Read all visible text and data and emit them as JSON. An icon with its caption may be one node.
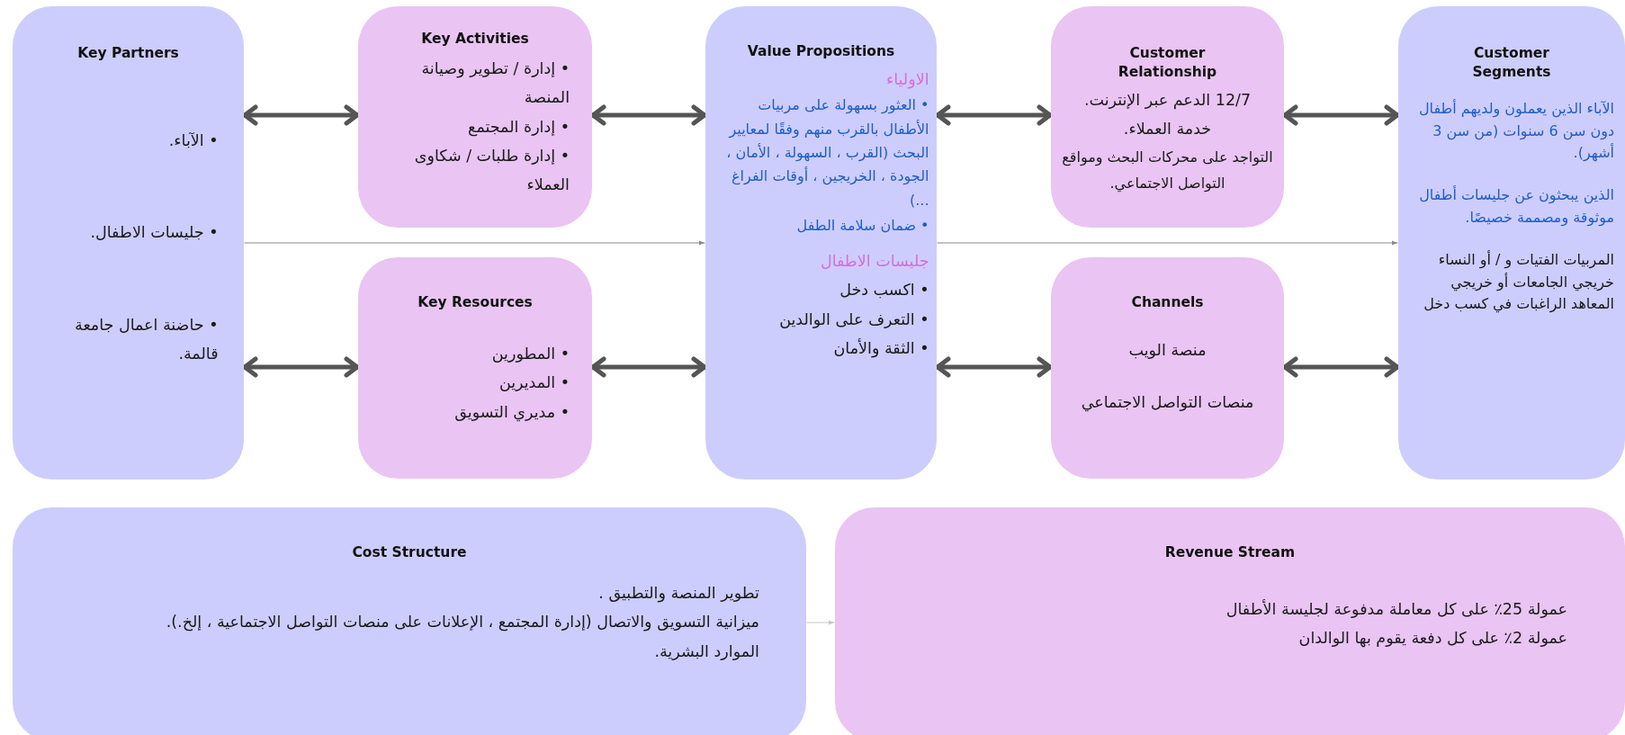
{
  "diagram": {
    "nodes": [
      {
        "text": [
          "Key Partners",
          "• الآباء.",
          "• جليسات الاطفال.",
          "• حاضنة اعمال جامعة قالمة."
        ]
      },
      {
        "text": [
          "Key Activities",
          "• إدارة / تطوير وصيانة المنصة",
          "• إدارة المجتمع",
          "• إدارة طلبات / شكاوى العملاء"
        ]
      },
      {
        "text": [
          "Key Resources",
          "• المطورين",
          "• المديرين",
          "• مديري التسويق"
        ]
      },
      {
        "text": [
          "Value Propositions",
          "الاولياء",
          "• العثور بسهولة على مربيات الأطفال بالقرب منهم وفقًا لمعايير البحث (القرب ، السهولة ، الأمان ، الجودة ، الخريجين ، أوقات الفراغ ...)",
          "• ضمان سلامة الطفل",
          "جليسات الاطفال",
          "• اكسب دخل",
          "• التعرف على الوالدين",
          "• الثقة والأمان"
        ]
      },
      {
        "text": [
          "Customer Relationship",
          "12/7 الدعم عبر الإنترنت.",
          "خدمة العملاء.",
          "التواجد على محركات البحث ومواقع التواصل الاجتماعي."
        ]
      },
      {
        "text": [
          "Channels",
          "منصة الويب",
          "منصات التواصل الاجتماعي"
        ]
      },
      {
        "text": [
          "Customer Segments",
          "الآباء الذين يعملون ولديهم أطفال دون سن 6 سنوات (من سن 3 أشهر).",
          "الذين يبحثون عن جليسات أطفال موثوقة ومصممة خصيصًا.",
          "المربيات الفتيات و / أو النساء خريجي الجامعات أو خريجي المعاهد الراغبات في كسب دخل"
        ]
      },
      {
        "text": [
          "Cost Structure",
          "تطوير المنصة والتطبيق .",
          "ميزانية التسويق والاتصال (إدارة المجتمع ، الإعلانات على منصات التواصل الاجتماعية ، إلخ.).",
          "الموارد البشرية."
        ]
      },
      {
        "text": [
          "Revenue Stream",
          "عمولة 25٪ على كل معاملة مدفوعة لجليسة الأطفال",
          "عمولة 2٪ على كل دفعة يقوم بها الوالدان"
        ]
      }
    ],
    "edges": [
      {
        "from": 0,
        "to": 1,
        "arrow": "both"
      },
      {
        "from": 0,
        "to": 2,
        "arrow": "both"
      },
      {
        "from": 1,
        "to": 3,
        "arrow": "both"
      },
      {
        "from": 2,
        "to": 3,
        "arrow": "both"
      },
      {
        "from": 3,
        "to": 4,
        "arrow": "both"
      },
      {
        "from": 3,
        "to": 5,
        "arrow": "both"
      },
      {
        "from": 4,
        "to": 6,
        "arrow": "both"
      },
      {
        "from": 5,
        "to": 6,
        "arrow": "both"
      },
      {
        "from": 0,
        "to": 3,
        "arrow": "to",
        "color": "#8a8a8a"
      },
      {
        "from": 3,
        "to": 6,
        "arrow": "to",
        "color": "#8a8a8a"
      },
      {
        "from": 7,
        "to": 8,
        "arrow": "to",
        "color": "#c8c8c8"
      }
    ]
  }
}
